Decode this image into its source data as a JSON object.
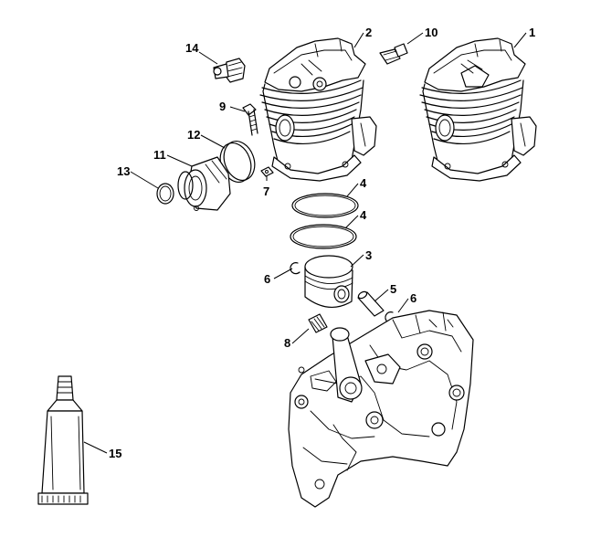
{
  "parts": [
    {
      "id": "cylinder",
      "number": "1"
    },
    {
      "id": "cylinder-with-decompression",
      "number": "2"
    },
    {
      "id": "piston",
      "number": "3"
    },
    {
      "id": "piston-ring-upper",
      "number": "4"
    },
    {
      "id": "piston-ring-lower",
      "number": "4"
    },
    {
      "id": "piston-pin",
      "number": "5"
    },
    {
      "id": "circlip-left",
      "number": "6"
    },
    {
      "id": "circlip-right",
      "number": "6"
    },
    {
      "id": "small-screw",
      "number": "7"
    },
    {
      "id": "needle-cage",
      "number": "8"
    },
    {
      "id": "cylinder-screw",
      "number": "9"
    },
    {
      "id": "decompression-valve",
      "number": "10"
    },
    {
      "id": "intake-manifold",
      "number": "11"
    },
    {
      "id": "clamp-ring",
      "number": "12"
    },
    {
      "id": "small-ring",
      "number": "13"
    },
    {
      "id": "spark-plug-fitting",
      "number": "14"
    },
    {
      "id": "grease-tube",
      "number": "15"
    }
  ]
}
